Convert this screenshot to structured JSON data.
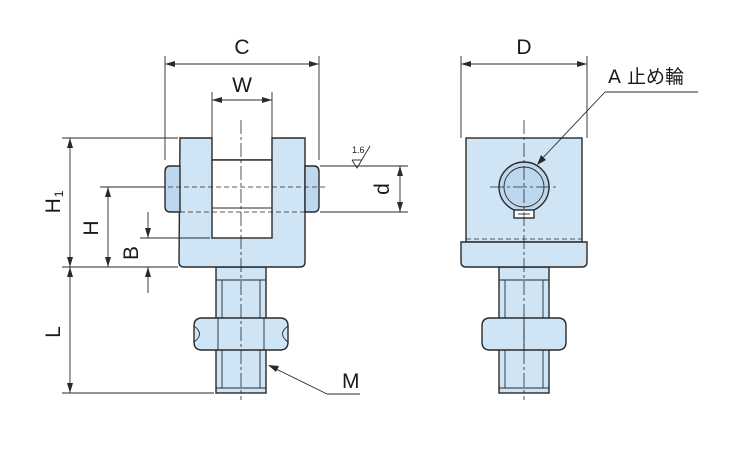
{
  "labels": {
    "C": "C",
    "W": "W",
    "D": "D",
    "A_retaining_ring": "A 止め輪",
    "H1_main": "H",
    "H1_sub": "1",
    "H": "H",
    "B": "B",
    "L": "L",
    "d": "d",
    "M": "M",
    "surface_finish": "1.6"
  },
  "colors": {
    "part_fill": "#cfe4f5",
    "line": "#2a2a2a"
  }
}
